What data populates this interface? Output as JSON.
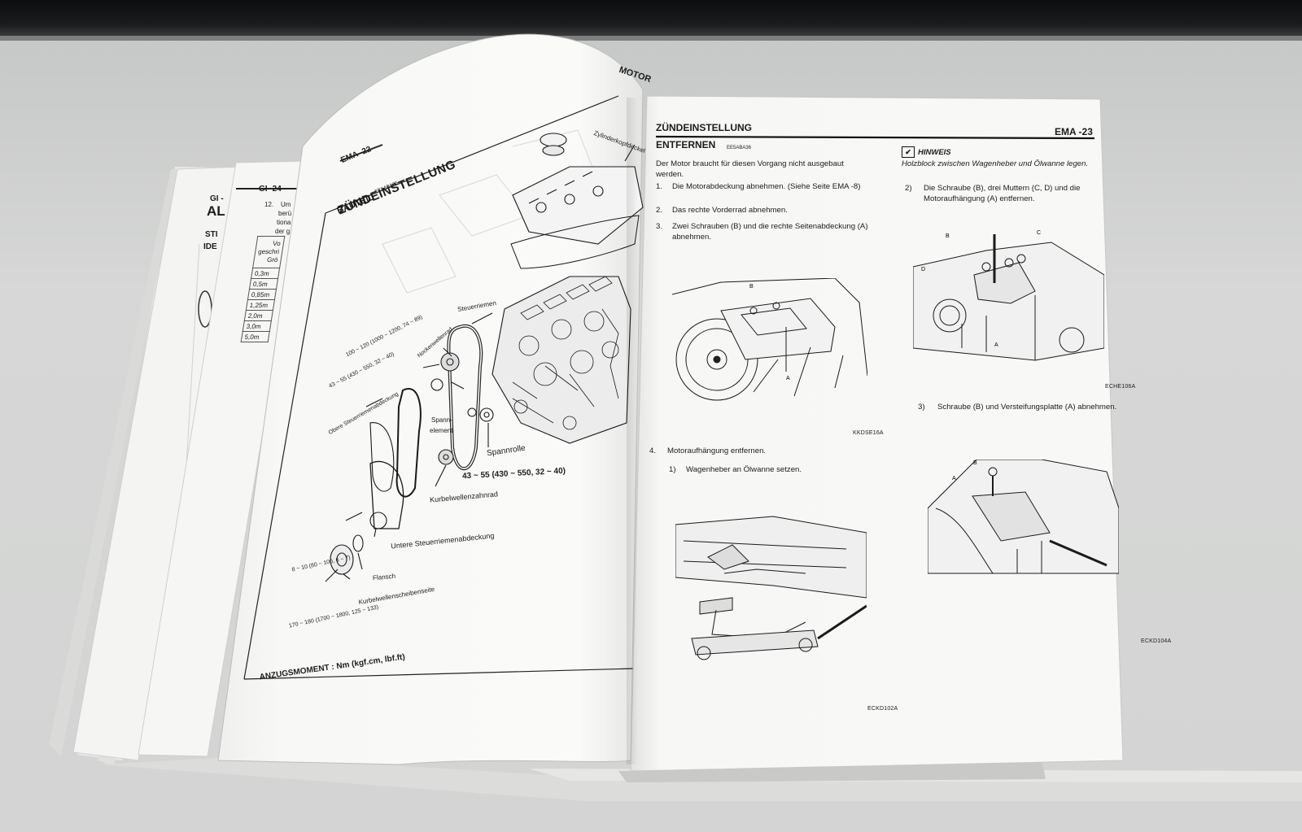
{
  "colors": {
    "paper": "#f7f7f5",
    "table": "#cfd1d0",
    "ink": "#1c1c1c",
    "edge": "#0d0e0f"
  },
  "back_page_1": {
    "code": "GI -",
    "head": "AL",
    "line1": "STI",
    "line2": "IDE"
  },
  "back_page_2": {
    "code": "GI -24",
    "step_no": "12.",
    "step_lines": [
      "Um",
      "berü",
      "tiona",
      "der g"
    ],
    "table_header": [
      "Vo",
      "geschri",
      "Grö"
    ],
    "table_rows": [
      "0,3m",
      "0,5m",
      "0,85m",
      "1,25m",
      "2,0m",
      "3,0m",
      "5,0m"
    ]
  },
  "left_page": {
    "code": "EMA -22",
    "title": "ZÜNDEINSTELLUNG",
    "subtitle": "BAUTEIL",
    "subtitle_code": "EE6ABA35",
    "labels": {
      "cover": "Zylinderkopfdeckel",
      "belt": "Steuerriemen",
      "torque1": "100 ~ 120 (1000 ~ 1200, 74 ~ 89)",
      "cam_gear": "Nockenwellenrad",
      "torque2": "43 ~ 55 (430 ~ 550, 32 ~ 40)",
      "upper_cover": "Obere Steuerriemenabdeckung",
      "tensioner1": "Spann-",
      "tensioner2": "element",
      "idler": "Spannrolle",
      "torque3": "43 ~ 55 (430 ~ 550, 32 ~ 40)",
      "crank_gear": "Kurbelwellenzahnrad",
      "lower_cover": "Untere Steuerriemenabdeckung",
      "torque4": "8 ~ 10 (80 ~ 100, 6 ~ 7)",
      "flange": "Flansch",
      "pulley": "Kurbelwellenscheibenseite",
      "torque5": "170 ~ 180 (1700 ~ 1800, 125 ~ 133)"
    },
    "footer": "ANZUGSMOMENT : Nm (kgf.cm, lbf.ft)",
    "top_right": "MOTOR"
  },
  "right_page": {
    "header": "ZÜNDEINSTELLUNG",
    "page_code": "EMA -23",
    "section": "ENTFERNEN",
    "section_code": "EE5ABA36",
    "intro": "Der Motor braucht für diesen Vorgang nicht ausgebaut werden.",
    "steps": [
      {
        "n": "1.",
        "text": "Die Motorabdeckung abnehmen. (Siehe Seite EMA -8)"
      },
      {
        "n": "2.",
        "text": "Das rechte Vorderrad abnehmen."
      },
      {
        "n": "3.",
        "text": "Zwei Schrauben (B) und die rechte Seitenabdeckung (A) abnehmen."
      }
    ],
    "fig1_code": "KKDSE16A",
    "step4": {
      "n": "4.",
      "text": "Motoraufhängung entfernen."
    },
    "step4_1": {
      "n": "1)",
      "text": "Wagenheber an Ölwanne setzen."
    },
    "fig3_code": "ECKD102A",
    "hinweis_title": "HINWEIS",
    "hinweis_text": "Holzblock zwischen Wagenheber und Ölwanne legen.",
    "step4_2": {
      "n": "2)",
      "text": "Die Schraube (B), drei Muttern (C, D) und die Motoraufhängung (A) entfernen."
    },
    "fig2_code": "ECHE106A",
    "step4_3": {
      "n": "3)",
      "text": "Schraube (B) und Versteifungsplatte (A) abnehmen."
    },
    "fig4_code": "ECKD104A",
    "callouts": {
      "a": "A",
      "b": "B",
      "c": "C",
      "d": "D"
    }
  }
}
